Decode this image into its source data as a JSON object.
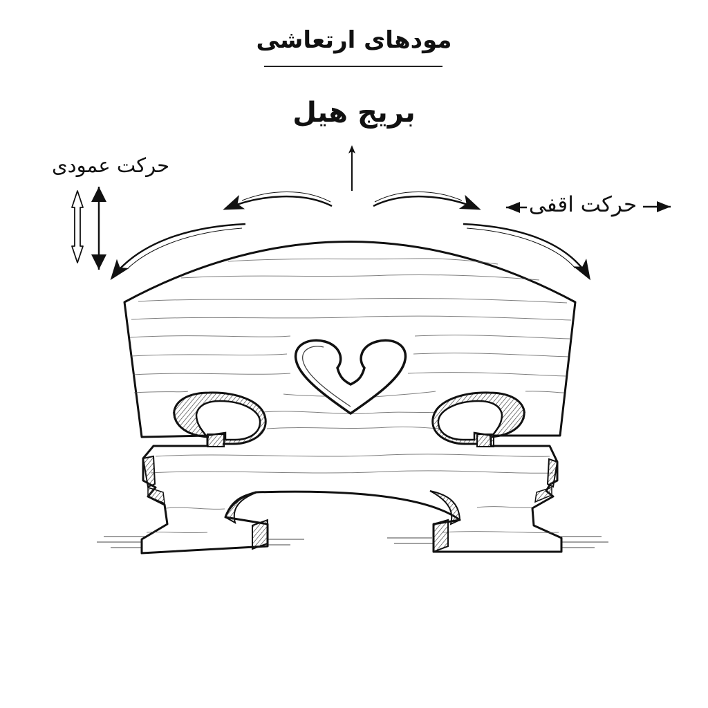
{
  "title": "مودهای ارتعاشی",
  "subject": "بریج هیل",
  "labels": {
    "vertical": "حرکت عمودی",
    "horizontal": "حرکت اقفی"
  },
  "icons": {
    "heart_cutout": "heart-icon",
    "up_arrow": "arrow-up-icon",
    "vertical_arrows": "double-arrow-vertical-icon",
    "horizontal_arrow": "double-arrow-horizontal-icon",
    "curved_arrows": "curved-arrow-icon"
  },
  "colors": {
    "ink": "#111111",
    "wood": "#ffffff",
    "shade": "#555555"
  }
}
